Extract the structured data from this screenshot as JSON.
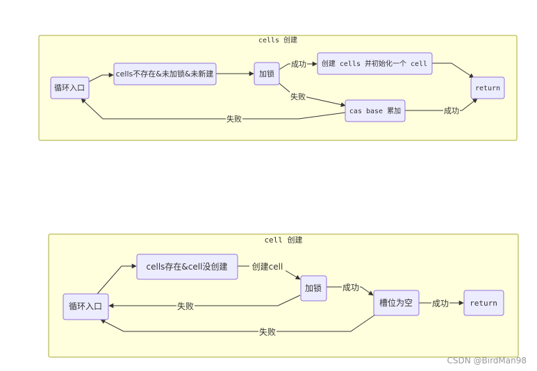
{
  "diagram1": {
    "title": "cells 创建",
    "nodes": {
      "loop": "循环入口",
      "cond": "cells不存在&未加锁&未新建",
      "lock": "加锁",
      "create": "创建 cells 并初始化一个 cell",
      "ret": "return",
      "cas": "cas base 累加"
    },
    "edges": {
      "lock_create": "成功",
      "lock_cas": "失败",
      "cas_ret": "成功",
      "cas_loop": "失败"
    }
  },
  "diagram2": {
    "title": "cell 创建",
    "nodes": {
      "loop": "循环入口",
      "cond": "cells存在&cell没创建",
      "lock": "加锁",
      "slot": "槽位为空",
      "ret": "return"
    },
    "edges": {
      "cond_lock": "创建cell",
      "lock_slot": "成功",
      "slot_ret": "成功",
      "lock_loop": "失败",
      "slot_loop": "失败"
    }
  },
  "watermark": "CSDN @BirdMan98"
}
